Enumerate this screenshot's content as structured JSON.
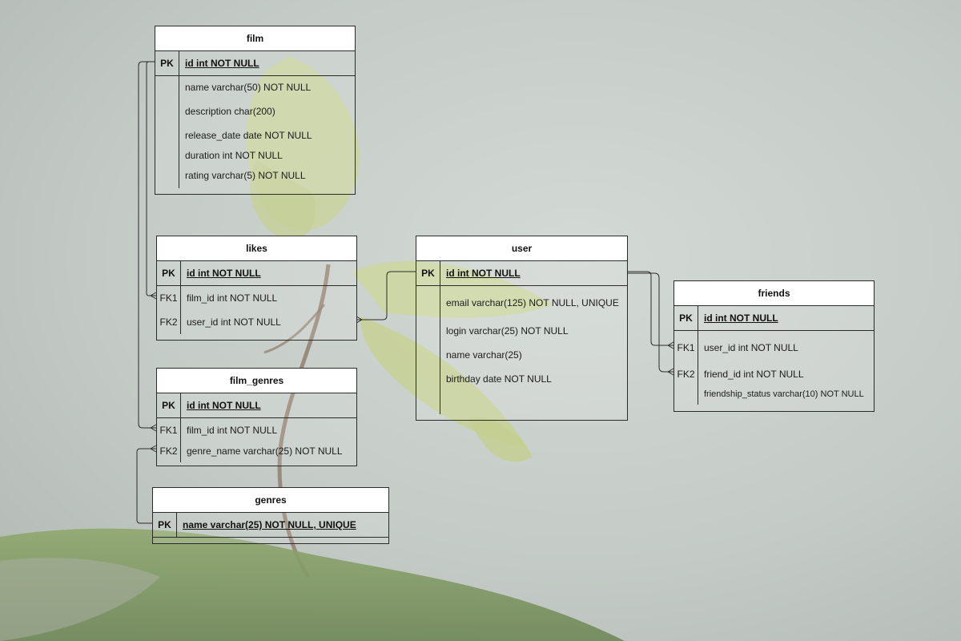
{
  "tables": {
    "film": {
      "title": "film",
      "pk_label": "PK",
      "pk_field": "id int NOT NULL",
      "fields": [
        "name varchar(50) NOT NULL",
        "description char(200)",
        "release_date date NOT NULL",
        "duration int NOT NULL",
        "rating varchar(5) NOT NULL"
      ]
    },
    "likes": {
      "title": "likes",
      "pk_label": "PK",
      "pk_field": "id int NOT NULL",
      "fk1_label": "FK1",
      "fk1_field": "film_id int NOT NULL",
      "fk2_label": "FK2",
      "fk2_field": "user_id int NOT NULL"
    },
    "film_genres": {
      "title": "film_genres",
      "pk_label": "PK",
      "pk_field": "id int NOT NULL",
      "fk1_label": "FK1",
      "fk1_field": "film_id int NOT NULL",
      "fk2_label": "FK2",
      "fk2_field": "genre_name varchar(25) NOT NULL"
    },
    "genres": {
      "title": "genres",
      "pk_label": "PK",
      "pk_field": "name varchar(25) NOT NULL, UNIQUE"
    },
    "user": {
      "title": "user",
      "pk_label": "PK",
      "pk_field": "id int NOT NULL",
      "fields": [
        "email varchar(125) NOT NULL, UNIQUE",
        "login varchar(25) NOT NULL",
        "name varchar(25)",
        "birthday date NOT NULL"
      ]
    },
    "friends": {
      "title": "friends",
      "pk_label": "PK",
      "pk_field": "id int NOT NULL",
      "fk1_label": "FK1",
      "fk1_field": "user_id int NOT NULL",
      "fk2_label": "FK2",
      "fk2_field": "friend_id int NOT NULL",
      "extra_field": "friendship_status varchar(10) NOT NULL"
    }
  },
  "colors": {
    "line": "#2b2b2b",
    "header_bg": "#ffffff",
    "background": "#c9cfca"
  }
}
